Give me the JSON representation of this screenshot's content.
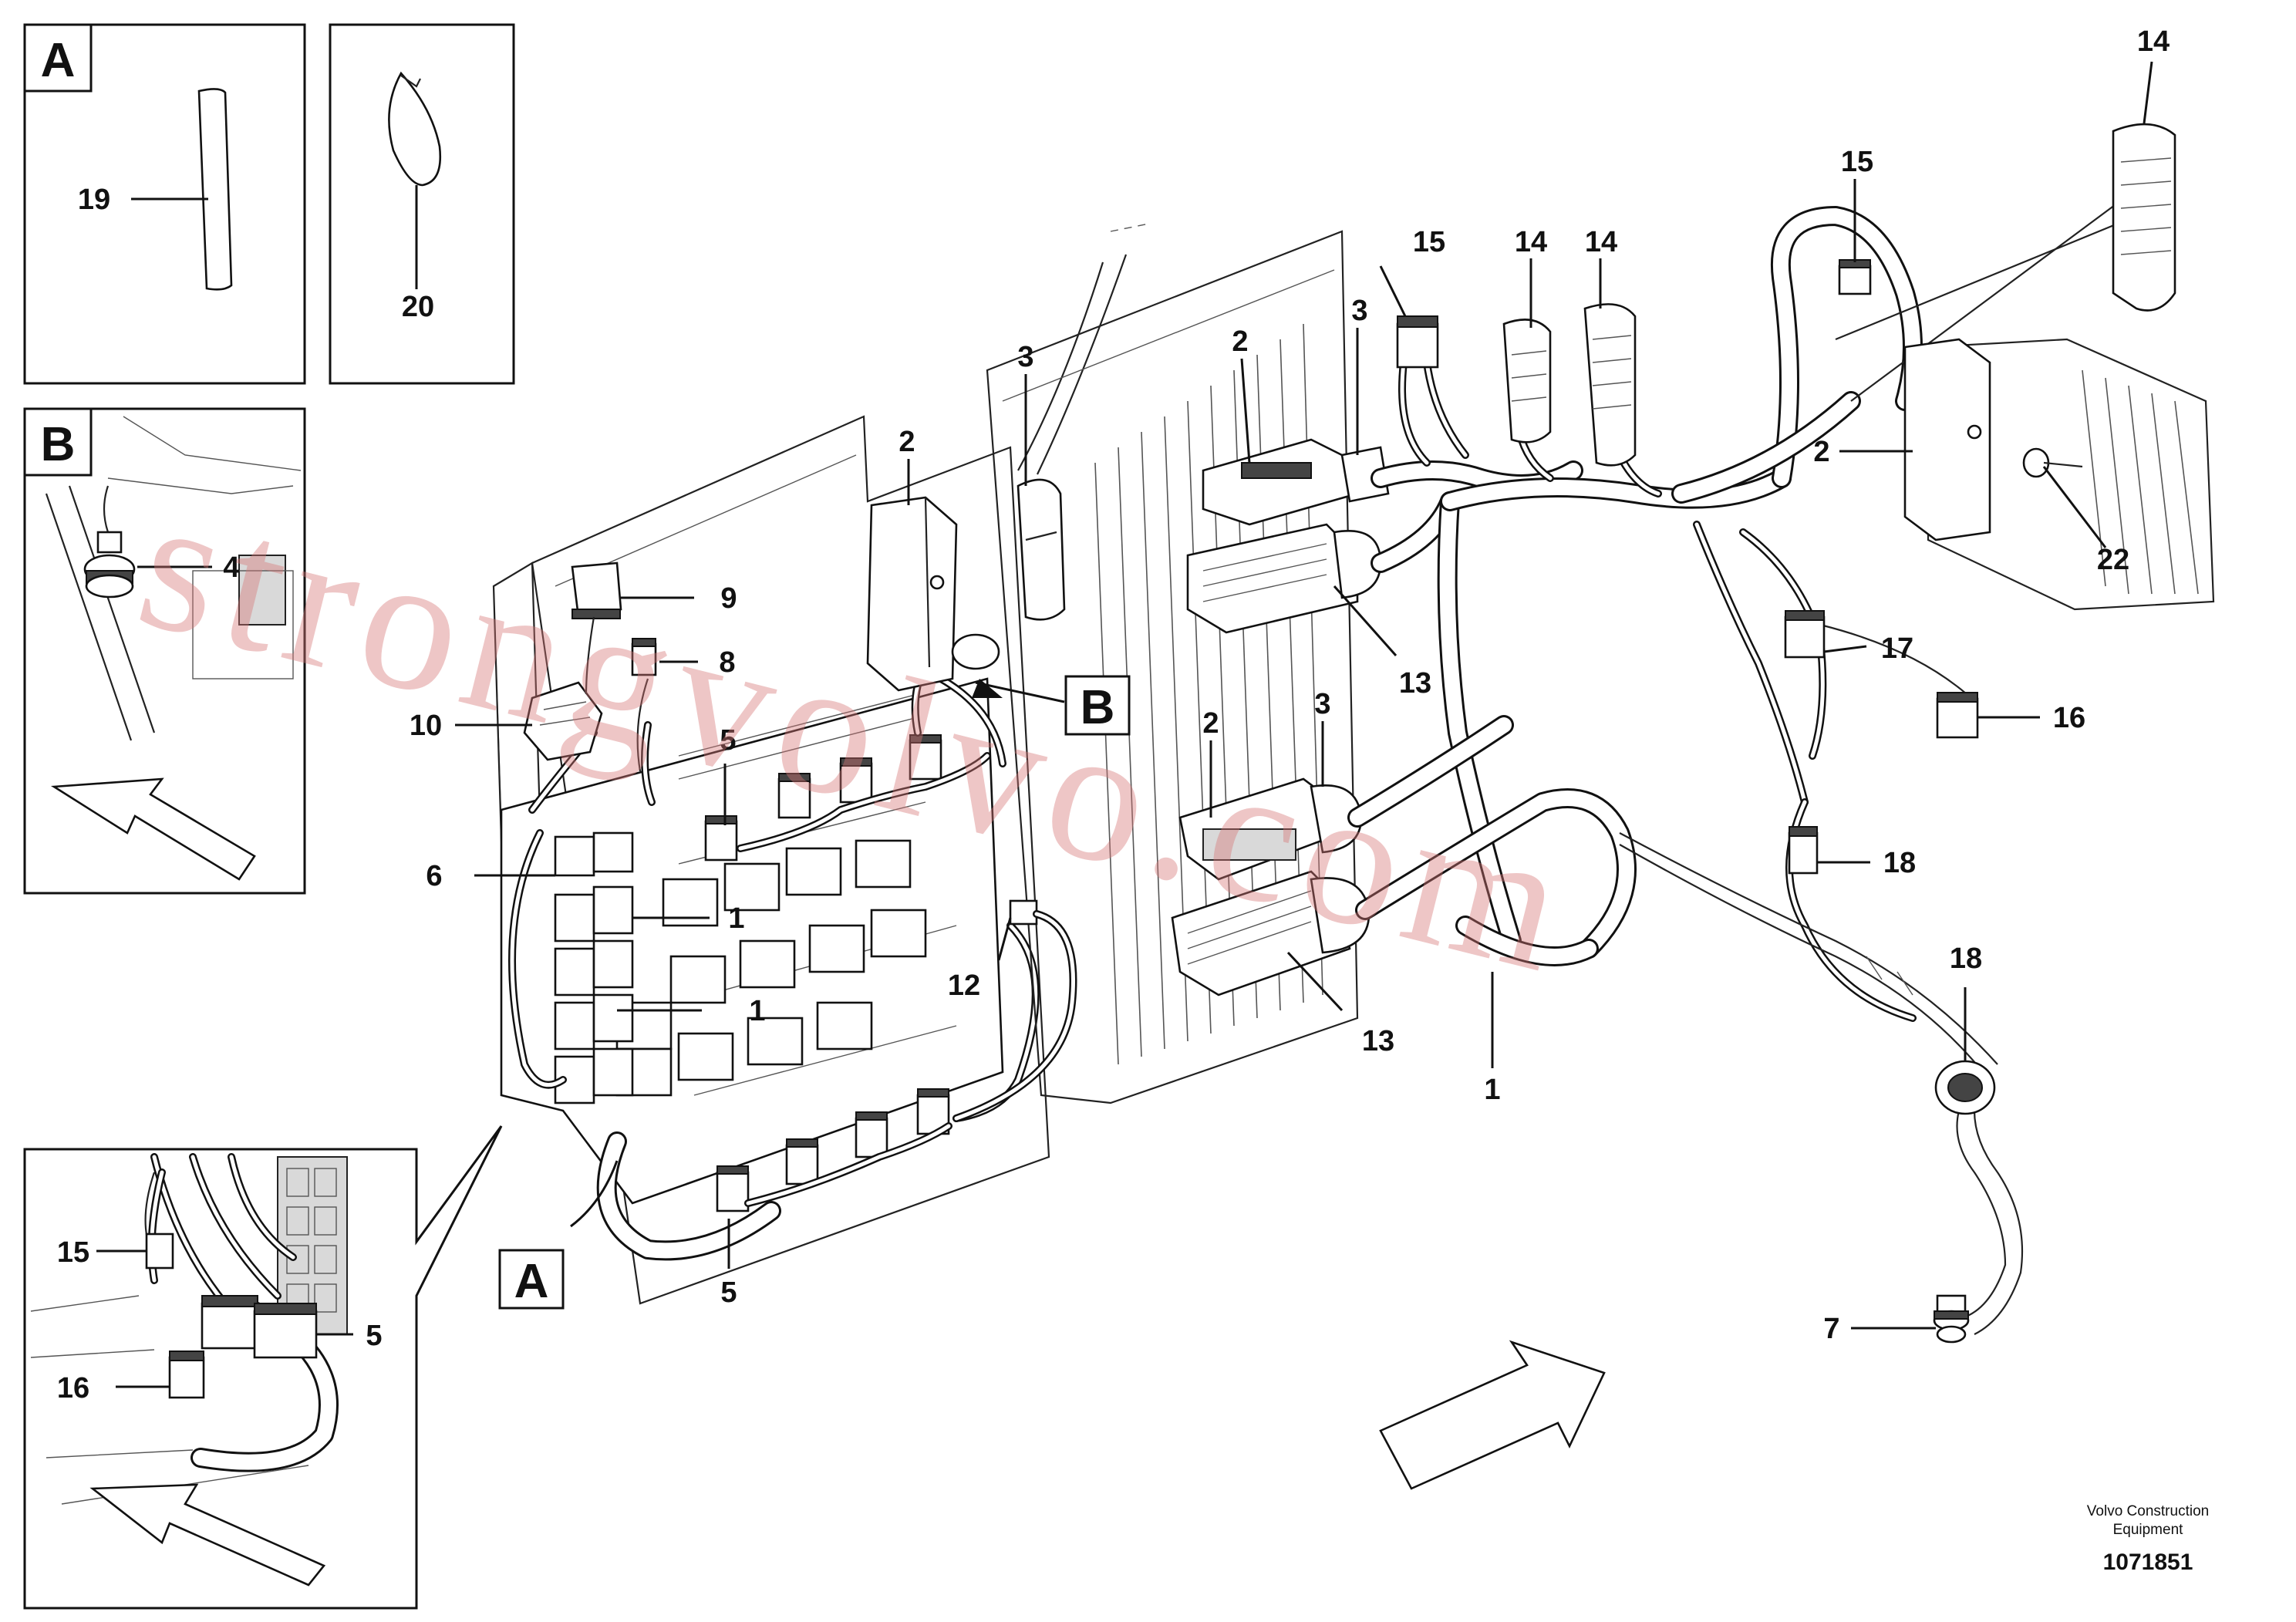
{
  "insets": {
    "a": {
      "letter": "A",
      "labels": [
        "19",
        "20"
      ]
    },
    "b": {
      "letter": "B",
      "labels": [
        "4"
      ]
    },
    "c": {
      "labels": [
        "15",
        "16",
        "5"
      ]
    }
  },
  "callouts": {
    "a": "A",
    "b": "B"
  },
  "part_labels": {
    "p1a": "1",
    "p1b": "1",
    "p1c": "1",
    "p2a": "2",
    "p2b": "2",
    "p2c": "2",
    "p2d": "2",
    "p3a": "3",
    "p3b": "3",
    "p3c": "3",
    "p5a": "5",
    "p5b": "5",
    "p6": "6",
    "p7": "7",
    "p8": "8",
    "p9": "9",
    "p10": "10",
    "p12": "12",
    "p13a": "13",
    "p13b": "13",
    "p14a": "14",
    "p14b": "14",
    "p14c": "14",
    "p15a": "15",
    "p15b": "15",
    "p16": "16",
    "p17": "17",
    "p18a": "18",
    "p18b": "18",
    "p22": "22"
  },
  "watermark": "strongvolvo.com",
  "footer": {
    "line1": "Volvo Construction",
    "line2": "Equipment",
    "number": "1071851"
  }
}
